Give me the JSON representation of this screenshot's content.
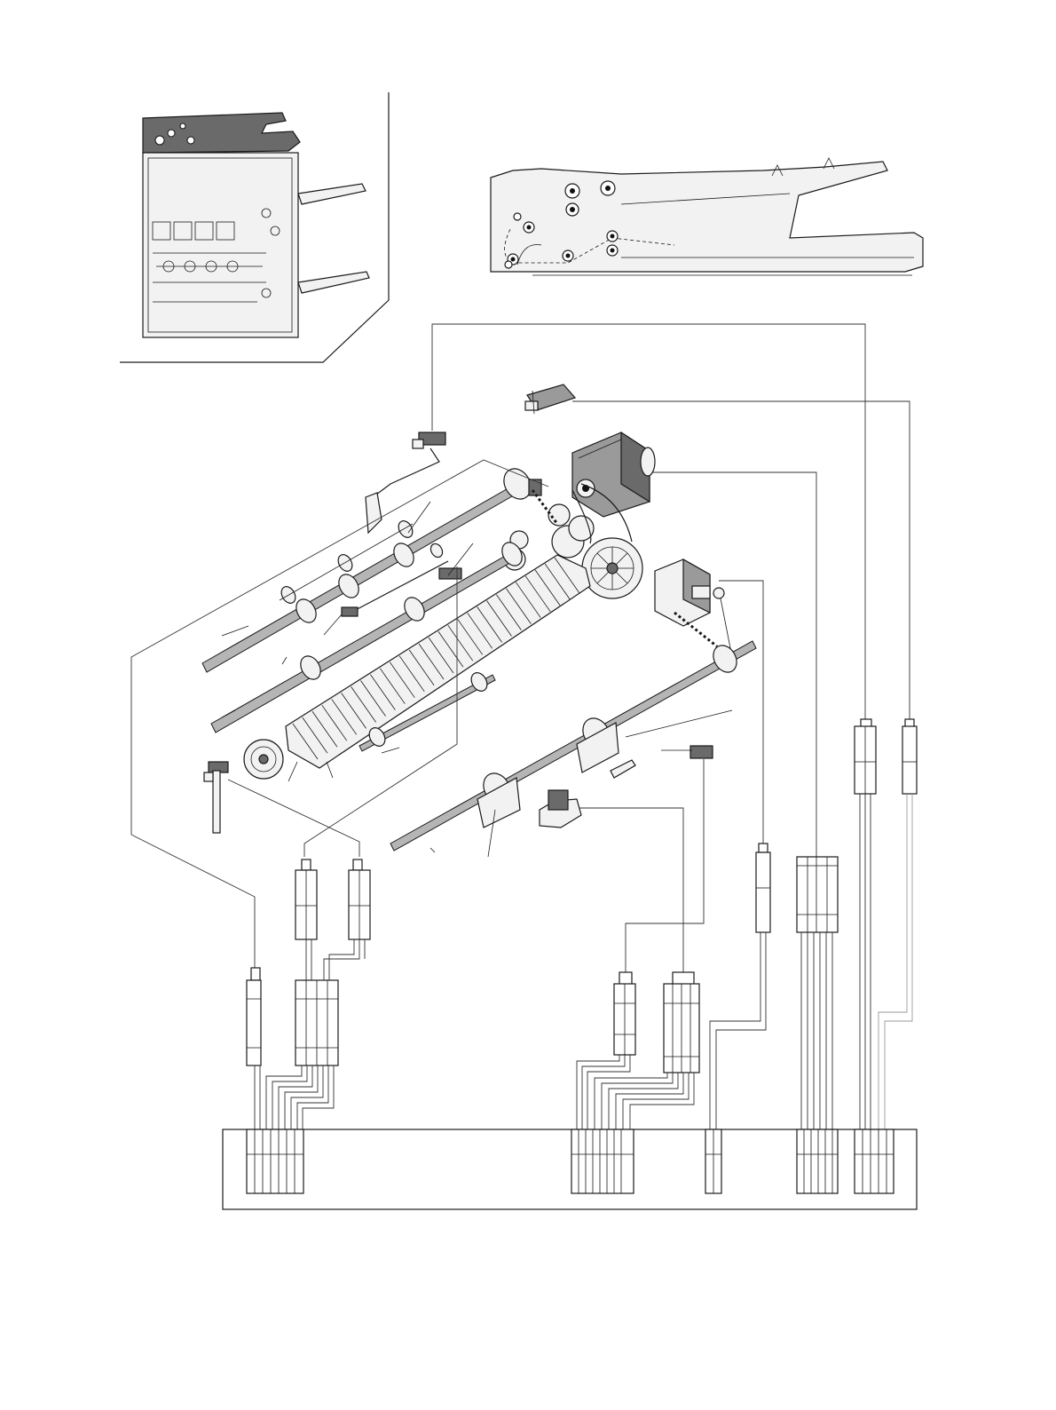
{
  "figure": {
    "labels": []
  },
  "components": [
    {
      "id": "machine-overview",
      "icon": "copier-outline-icon"
    },
    {
      "id": "feeder-section",
      "icon": "feeder-path-icon"
    },
    {
      "id": "drive-motor",
      "icon": "motor-icon"
    },
    {
      "id": "solenoid",
      "icon": "solenoid-icon"
    },
    {
      "id": "top-sensor",
      "icon": "sensor-icon"
    },
    {
      "id": "micro-switch",
      "icon": "switch-icon"
    },
    {
      "id": "pickup-roller-shaft",
      "icon": "roller-shaft-icon"
    },
    {
      "id": "separation-roller-shaft",
      "icon": "roller-shaft-icon"
    },
    {
      "id": "guide-plate",
      "icon": "guide-plate-icon"
    },
    {
      "id": "transport-roller-shaft",
      "icon": "roller-shaft-icon"
    },
    {
      "id": "clutch",
      "icon": "clutch-icon"
    },
    {
      "id": "control-pwb",
      "icon": "circuit-board-icon"
    }
  ],
  "colors": {
    "line": "#1a1a1a",
    "part_fill": "#f2f2f2",
    "part_dark": "#6a6a6a",
    "shade": "#b5b5b5"
  }
}
